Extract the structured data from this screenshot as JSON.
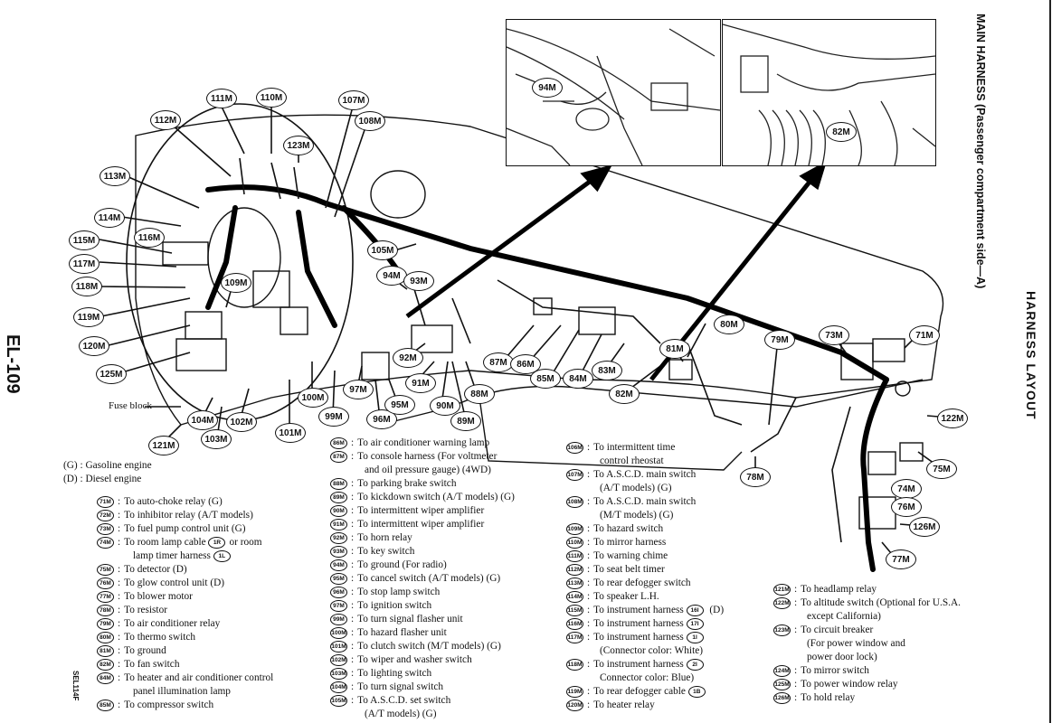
{
  "page_code": "EL-109",
  "section": "HARNESS LAYOUT",
  "diagram_title": "MAIN HARNESS (Passenger compartment side—A)",
  "footer_code": "SEL114F",
  "fuse_block_label": "Fuse block",
  "callouts": [
    "110M",
    "111M",
    "112M",
    "107M",
    "108M",
    "123M",
    "113M",
    "114M",
    "115M",
    "116M",
    "117M",
    "118M",
    "119M",
    "120M",
    "125M",
    "109M",
    "105M",
    "94M",
    "93M",
    "92M",
    "91M",
    "90M",
    "89M",
    "88M",
    "87M",
    "86M",
    "85M",
    "84M",
    "83M",
    "82M",
    "81M",
    "80M",
    "79M",
    "73M",
    "71M",
    "122M",
    "75M",
    "74M",
    "76M",
    "126M",
    "77M",
    "78M",
    "100M",
    "99M",
    "97M",
    "96M",
    "95M",
    "101M",
    "102M",
    "103M",
    "104M",
    "121M"
  ],
  "inset_callouts": [
    "94M",
    "82M"
  ],
  "engine_legend": [
    {
      "code": "(G)",
      "text": "Gasoline engine"
    },
    {
      "code": "(D)",
      "text": "Diesel engine"
    }
  ],
  "col1": [
    {
      "id": "71M",
      "text": "To auto-choke relay (G)"
    },
    {
      "id": "72M",
      "text": "To inhibitor relay (A/T models)"
    },
    {
      "id": "73M",
      "text": "To fuel pump control unit (G)"
    },
    {
      "id": "74M",
      "text": "To room lamp cable",
      "ref1": "1R",
      "mid": "or room",
      "cont": "lamp timer harness",
      "ref2": "1L"
    },
    {
      "id": "75M",
      "text": "To detector (D)"
    },
    {
      "id": "76M",
      "text": "To glow control unit (D)"
    },
    {
      "id": "77M",
      "text": "To blower motor"
    },
    {
      "id": "78M",
      "text": "To resistor"
    },
    {
      "id": "79M",
      "text": "To air conditioner relay"
    },
    {
      "id": "80M",
      "text": "To thermo switch"
    },
    {
      "id": "81M",
      "text": "To ground"
    },
    {
      "id": "82M",
      "text": "To fan switch"
    },
    {
      "id": "84M",
      "text": "To heater and air conditioner control",
      "cont": "panel illumination lamp"
    },
    {
      "id": "85M",
      "text": "To compressor switch"
    }
  ],
  "col2": [
    {
      "id": "86M",
      "text": "To air conditioner warning lamp"
    },
    {
      "id": "87M",
      "text": "To console harness (For voltmeter",
      "cont": "and oil pressure gauge) (4WD)"
    },
    {
      "id": "88M",
      "text": "To parking brake switch"
    },
    {
      "id": "89M",
      "text": "To kickdown switch (A/T models) (G)"
    },
    {
      "id": "90M",
      "text": "To intermittent wiper amplifier"
    },
    {
      "id": "91M",
      "text": "To intermittent wiper amplifier"
    },
    {
      "id": "92M",
      "text": "To horn relay"
    },
    {
      "id": "93M",
      "text": "To key switch"
    },
    {
      "id": "94M",
      "text": "To ground (For radio)"
    },
    {
      "id": "95M",
      "text": "To cancel switch (A/T models) (G)"
    },
    {
      "id": "96M",
      "text": "To stop lamp switch"
    },
    {
      "id": "97M",
      "text": "To ignition switch"
    },
    {
      "id": "99M",
      "text": "To turn signal flasher unit"
    },
    {
      "id": "100M",
      "text": "To hazard flasher unit"
    },
    {
      "id": "101M",
      "text": "To clutch switch (M/T models) (G)"
    },
    {
      "id": "102M",
      "text": "To wiper and washer switch"
    },
    {
      "id": "103M",
      "text": "To lighting switch"
    },
    {
      "id": "104M",
      "text": "To turn signal switch"
    },
    {
      "id": "105M",
      "text": "To A.S.C.D. set switch",
      "cont": "(A/T models) (G)"
    }
  ],
  "col3": [
    {
      "id": "106M",
      "text": "To intermittent time",
      "cont": "control rheostat"
    },
    {
      "id": "107M",
      "text": "To A.S.C.D. main switch",
      "cont": "(A/T models) (G)"
    },
    {
      "id": "108M",
      "text": "To A.S.C.D. main switch",
      "cont": "(M/T models) (G)"
    },
    {
      "id": "109M",
      "text": "To hazard switch"
    },
    {
      "id": "110M",
      "text": "To mirror harness"
    },
    {
      "id": "111M",
      "text": "To warning chime"
    },
    {
      "id": "112M",
      "text": "To seat belt timer"
    },
    {
      "id": "113M",
      "text": "To rear defogger switch"
    },
    {
      "id": "114M",
      "text": "To speaker L.H."
    },
    {
      "id": "115M",
      "text": "To instrument harness",
      "ref1": "16I",
      "tail": "(D)"
    },
    {
      "id": "116M",
      "text": "To instrument harness",
      "ref1": "17I"
    },
    {
      "id": "117M",
      "text": "To instrument harness",
      "ref1": "1I",
      "cont": "(Connector color:  White)"
    },
    {
      "id": "118M",
      "text": "To instrument harness",
      "ref1": "2I",
      "cont": "Connector color:  Blue)"
    },
    {
      "id": "119M",
      "text": "To rear defogger cable",
      "ref1": "1B"
    },
    {
      "id": "120M",
      "text": "To heater relay"
    }
  ],
  "col4": [
    {
      "id": "121M",
      "text": "To headlamp relay"
    },
    {
      "id": "122M",
      "text": "To altitude switch (Optional for U.S.A.",
      "cont": "except California)"
    },
    {
      "id": "123M",
      "text": "To circuit breaker",
      "cont": "(For power window and",
      "cont2": "power door lock)"
    },
    {
      "id": "124M",
      "text": "To mirror switch"
    },
    {
      "id": "125M",
      "text": "To power window relay"
    },
    {
      "id": "126M",
      "text": "To hold relay"
    }
  ]
}
